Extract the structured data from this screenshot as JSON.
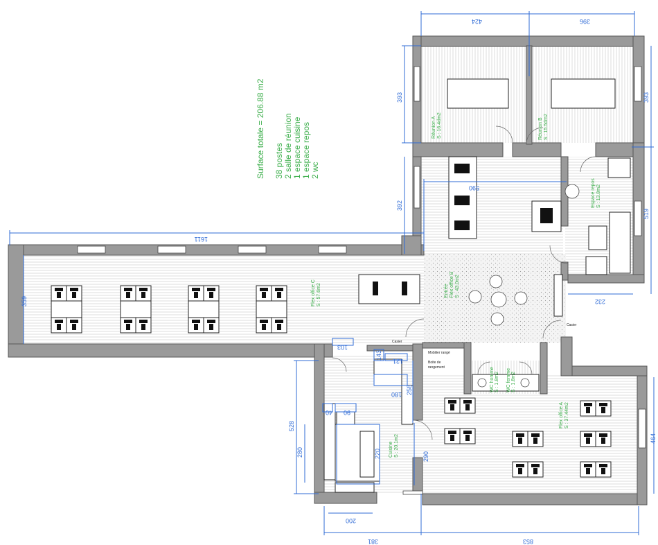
{
  "summary": {
    "surface": "Surface totale = 206.88 m2",
    "postes": "38 postes",
    "reunion": "2 salle de réunion",
    "cuisine": "1 espace cuisine",
    "repos": "1 espace repos",
    "wc": "2 wc"
  },
  "rooms": {
    "reunion_a": {
      "name": "Réunion A",
      "area": "S : 16.4dm2"
    },
    "reunion_b": {
      "name": "Réunion B",
      "area": "S : 15.5dm2"
    },
    "espace_repos": {
      "name": "Espace repos",
      "area": "S : 13.8m2"
    },
    "flex_b": {
      "name": "Entrée",
      "sub": "Flex office B",
      "area": "S : 43.0m2"
    },
    "flex_c": {
      "name": "Flex office C",
      "area": "S : 57.6m2"
    },
    "flex_a": {
      "name": "Flex office A",
      "area": "S : 37.44m2"
    },
    "cuisine": {
      "name": "Cuisine",
      "area": "S : 20.1m2"
    },
    "wc_h": {
      "name": "WC homme",
      "area": "S : 1.8m2"
    },
    "wc_f": {
      "name": "WC femme",
      "area": "S : 1.8m2"
    }
  },
  "labels": {
    "label1": "Casier",
    "label2": "Mobilier rangé",
    "label3": "Boite de",
    "label4": "rangement",
    "label5": "Casier"
  },
  "dimensions": {
    "d424": "424",
    "d396": "396",
    "d393a": "393",
    "d393b": "393",
    "d392": "392",
    "d590": "590",
    "d519": "519",
    "d1611": "1611",
    "d359": "359",
    "d232": "232",
    "d103": "103",
    "d143": "143",
    "d121": "121",
    "d180": "180",
    "d258": "258",
    "d290": "290",
    "d528": "528",
    "d280": "280",
    "d90": "90",
    "d40": "40",
    "d220": "220",
    "d200": "200",
    "d381": "381",
    "d853": "853",
    "d464": "464"
  },
  "colors": {
    "dimension": "#2f6bd6",
    "room_text": "#3cae4b",
    "wall": "#9a9a9a"
  }
}
